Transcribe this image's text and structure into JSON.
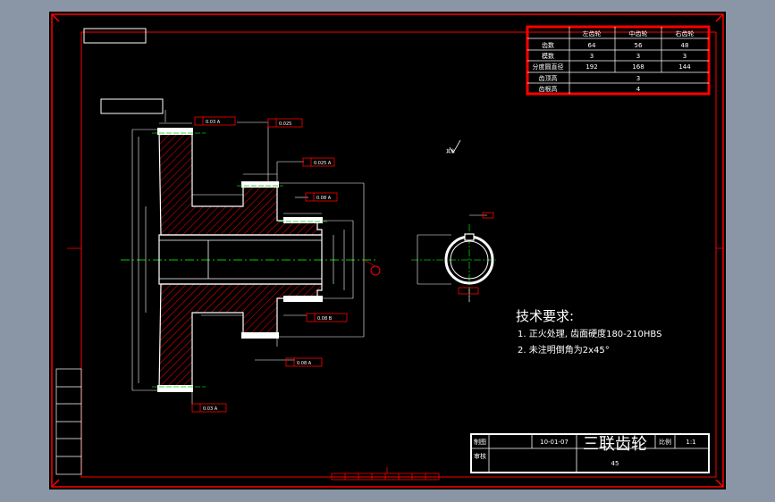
{
  "gear_table": {
    "headers": [
      "左齿轮",
      "中齿轮",
      "右齿轮"
    ],
    "rows": [
      {
        "label": "齿数",
        "values": [
          "64",
          "56",
          "48"
        ]
      },
      {
        "label": "模数",
        "values": [
          "3",
          "3",
          "3"
        ]
      },
      {
        "label": "分度圆直径",
        "values": [
          "192",
          "168",
          "144"
        ]
      },
      {
        "label": "齿顶高",
        "values": [
          "3"
        ]
      },
      {
        "label": "齿根高",
        "values": [
          "4"
        ]
      }
    ]
  },
  "tolerances": {
    "t1": "0.03 A",
    "t2": "0.025",
    "t3": "0.025 A",
    "t4": "0.08 A",
    "t5": "0.08 B",
    "t6": "0.08 A"
  },
  "surface_mark": "其余",
  "tech_requirements": {
    "title": "技术要求:",
    "line1": "1. 正火处理, 齿面硬度180-210HBS",
    "line2": "2. 未注明倒角为2x45°"
  },
  "title_block": {
    "label_1": "制图",
    "label_2": "审核",
    "date": "10-01-07",
    "drawing_name": "三联齿轮",
    "scale_label": "比例",
    "scale": "1:1",
    "material": "45"
  },
  "colors": {
    "frame_red": "#ff0000",
    "line_white": "#ffffff",
    "center_green": "#00cc00",
    "hatch_red": "#ff0000"
  }
}
